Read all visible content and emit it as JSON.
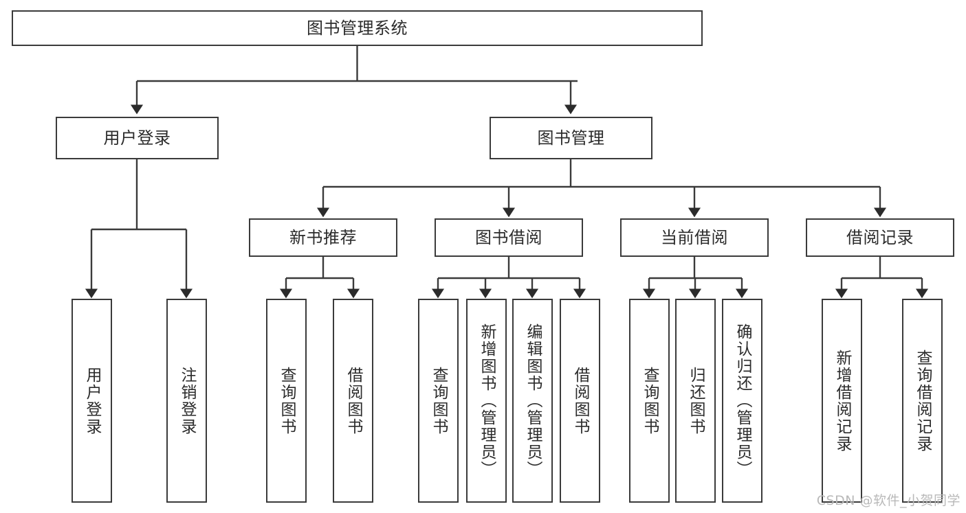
{
  "diagram": {
    "title": "图书管理系统",
    "type": "tree-hierarchy",
    "orientation": "top-down",
    "stroke_color": "#3a3a3a",
    "fill_color": "#ffffff",
    "text_color": "#2b2b2b",
    "watermark": "CSDN @软件_小贺同学"
  },
  "nodes": {
    "root": {
      "label": "图书管理系统"
    },
    "level2": [
      {
        "id": "user-login",
        "label": "用户登录"
      },
      {
        "id": "book-manage",
        "label": "图书管理"
      }
    ],
    "level3": [
      {
        "id": "new-book-recommend",
        "label": "新书推荐"
      },
      {
        "id": "book-borrow",
        "label": "图书借阅"
      },
      {
        "id": "current-borrow",
        "label": "当前借阅"
      },
      {
        "id": "borrow-record",
        "label": "借阅记录"
      }
    ],
    "leaves": {
      "user-login": [
        {
          "id": "leaf-user-login",
          "label": "用户登录"
        },
        {
          "id": "leaf-user-logout",
          "label": "注销登录"
        }
      ],
      "new-book-recommend": [
        {
          "id": "leaf-query-book-1",
          "label": "查询图书"
        },
        {
          "id": "leaf-borrow-book-1",
          "label": "借阅图书"
        }
      ],
      "book-borrow": [
        {
          "id": "leaf-query-book-2",
          "label": "查询图书"
        },
        {
          "id": "leaf-add-book",
          "label": "新增图书（管理员）"
        },
        {
          "id": "leaf-edit-book",
          "label": "编辑图书（管理员）"
        },
        {
          "id": "leaf-borrow-book-2",
          "label": "借阅图书"
        }
      ],
      "current-borrow": [
        {
          "id": "leaf-query-book-3",
          "label": "查询图书"
        },
        {
          "id": "leaf-return-book",
          "label": "归还图书"
        },
        {
          "id": "leaf-confirm-return",
          "label": "确认归还（管理员）"
        }
      ],
      "borrow-record": [
        {
          "id": "leaf-add-record",
          "label": "新增借阅记录"
        },
        {
          "id": "leaf-query-record",
          "label": "查询借阅记录"
        }
      ]
    }
  }
}
